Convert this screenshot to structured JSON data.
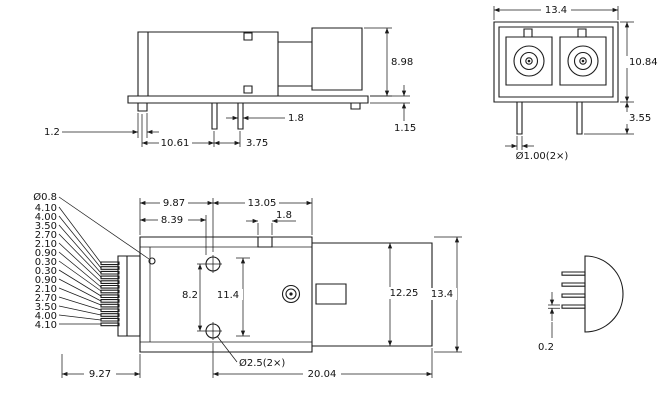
{
  "drawing": {
    "side_view": {
      "height": "8.98",
      "pin_width": "1.8",
      "flange_thickness": "1.15",
      "tab_width": "1.2",
      "pin_offset": "10.61",
      "pin_pitch": "3.75"
    },
    "front_view": {
      "width": "13.4",
      "body_height": "10.84",
      "pin_length": "3.55",
      "pin_dia": "Ø1.00(2×)"
    },
    "top_view": {
      "lead_dia": "Ø0.8",
      "hole_offset": "9.87",
      "port_offset": "13.05",
      "edge_offset": "8.39",
      "slot_width": "1.8",
      "hole_span": "8.2",
      "cavity_width": "11.4",
      "right_width": "12.25",
      "full_width": "13.4",
      "hole_dia": "Ø2.5(2×)",
      "lead_length": "9.27",
      "body_length": "20.04",
      "lead_offsets": [
        "4.10",
        "4.00",
        "3.50",
        "2.70",
        "2.10",
        "0.90",
        "0.30",
        "0.30",
        "0.90",
        "2.10",
        "2.70",
        "3.50",
        "4.00",
        "4.10"
      ]
    },
    "end_view": {
      "pin_thickness": "0.2"
    }
  }
}
